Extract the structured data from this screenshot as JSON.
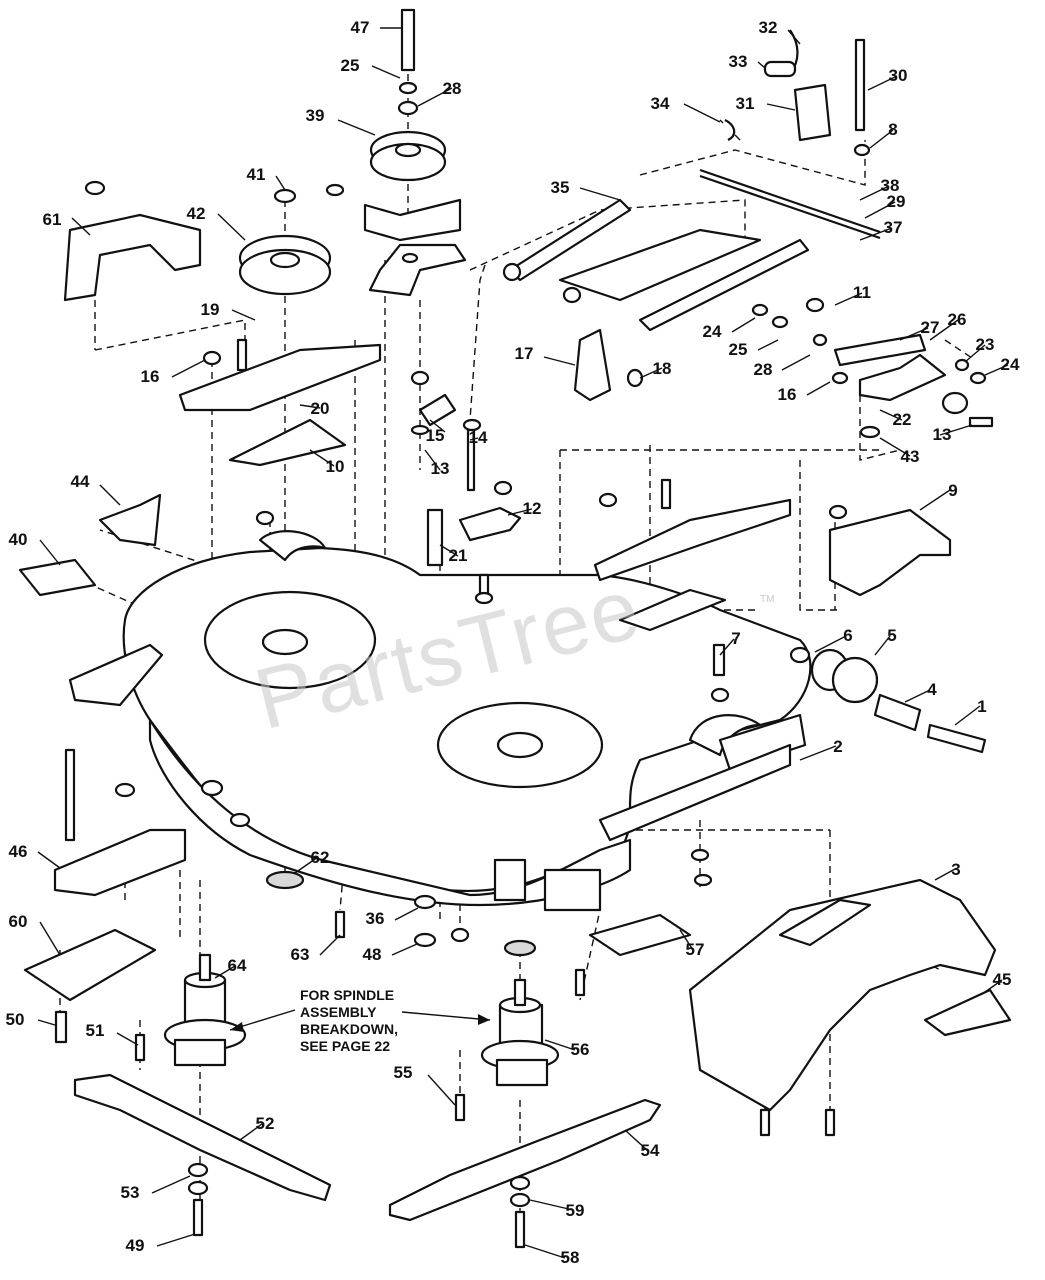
{
  "diagram": {
    "watermark": "PartsTree",
    "trademark": "TM",
    "note_lines": [
      "FOR SPINDLE",
      "ASSEMBLY",
      "BREAKDOWN,",
      "SEE PAGE 22"
    ],
    "callouts": [
      "47",
      "25",
      "28",
      "39",
      "32",
      "33",
      "31",
      "30",
      "8",
      "34",
      "29",
      "38",
      "37",
      "35",
      "41",
      "42",
      "61",
      "19",
      "16",
      "20",
      "10",
      "15",
      "14",
      "13",
      "12",
      "17",
      "18",
      "11",
      "27",
      "26",
      "24",
      "25",
      "28",
      "24",
      "16",
      "23",
      "22",
      "13",
      "43",
      "44",
      "40",
      "21",
      "9",
      "7",
      "6",
      "5",
      "4",
      "1",
      "2",
      "3",
      "45",
      "46",
      "62",
      "36",
      "48",
      "63",
      "60",
      "64",
      "50",
      "51",
      "52",
      "53",
      "49",
      "56",
      "55",
      "54",
      "59",
      "58",
      "57"
    ]
  }
}
